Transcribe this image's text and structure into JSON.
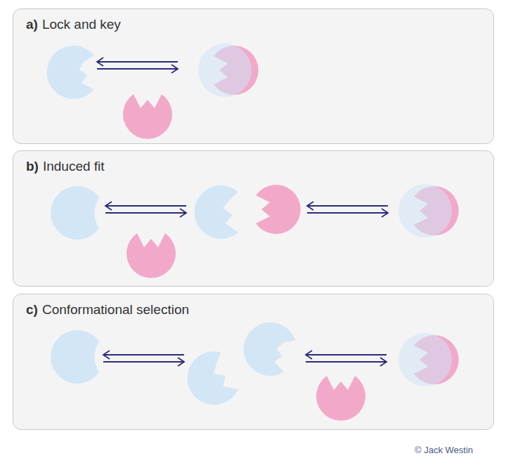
{
  "diagram": {
    "nodes": [
      {
        "text": [
          "a)",
          "Lock and key"
        ]
      },
      {
        "text": [
          "b)",
          "Induced fit"
        ]
      },
      {
        "text": [
          "c)",
          "Conformational selection"
        ]
      }
    ],
    "labels": [
      "© Jack Westin"
    ]
  }
}
